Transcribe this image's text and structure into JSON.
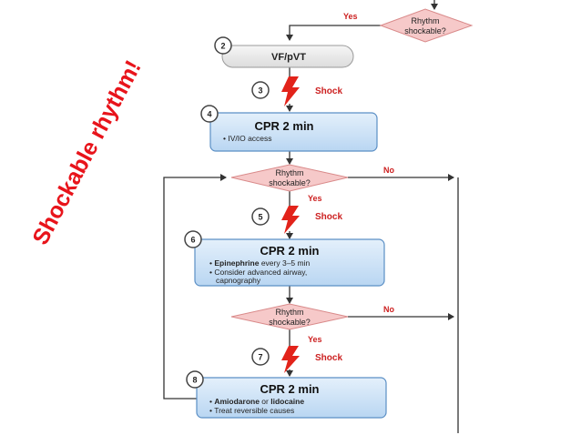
{
  "side_title": "Shockable rhythm!",
  "decisions": [
    {
      "id": "top",
      "line1": "Rhythm",
      "line2": "shockable?"
    },
    {
      "id": "mid",
      "line1": "Rhythm",
      "line2": "shockable?"
    },
    {
      "id": "low",
      "line1": "Rhythm",
      "line2": "shockable?"
    }
  ],
  "branch_labels": {
    "yes": "Yes",
    "no": "No"
  },
  "steps": {
    "s2": {
      "number": "2",
      "title": "VF/pVT"
    },
    "s3": {
      "number": "3",
      "label": "Shock"
    },
    "s4": {
      "number": "4",
      "title": "CPR 2 min",
      "bullets": [
        "IV/IO access"
      ]
    },
    "s5": {
      "number": "5",
      "label": "Shock"
    },
    "s6": {
      "number": "6",
      "title": "CPR 2 min",
      "bullet1_bold": "Epinephrine",
      "bullet1_rest": " every 3–5 min",
      "bullet2_line1": "Consider advanced airway,",
      "bullet2_line2": "capnography"
    },
    "s7": {
      "number": "7",
      "label": "Shock"
    },
    "s8": {
      "number": "8",
      "title": "CPR 2 min",
      "bullet1_bold_a": "Amiodarone",
      "bullet1_mid": " or ",
      "bullet1_bold_b": "lidocaine",
      "bullet2": "Treat reversible causes"
    }
  },
  "colors": {
    "decision_fill": "#f6c9c9",
    "decision_stroke": "#d98a8a",
    "box_fill": "#cde3f7",
    "box_stroke": "#5b8fc5",
    "start_fill": "#ececec",
    "start_stroke": "#9a9a9a",
    "accent_red": "#cc1f1f",
    "bolt": "#e2231a",
    "arrow": "#333333"
  }
}
